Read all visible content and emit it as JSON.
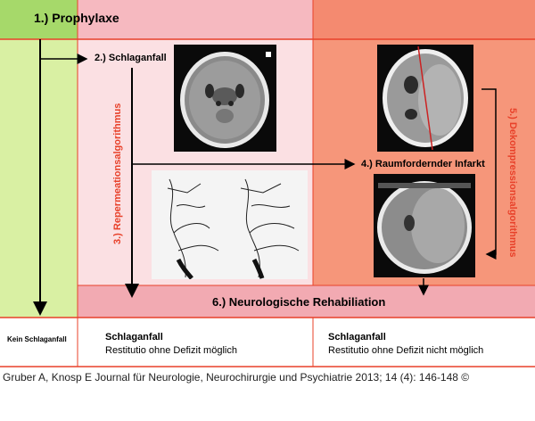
{
  "colors": {
    "green_header": "#a6d96a",
    "green_body": "#d9f0a3",
    "pink_header": "#f6b9c0",
    "pink_body": "#fbe0e3",
    "red_header": "#f48a70",
    "red_body": "#f6967a",
    "rehab_band": "#f2aab2",
    "accent_text": "#e8412a",
    "rule": "#e8412a"
  },
  "header": {
    "prophylaxe": "1.) Prophylaxe"
  },
  "labels": {
    "schlaganfall": "2.) Schlaganfall",
    "repermeation": "3.) Repermeationsalgorithmus",
    "raumfordernder": "4.) Raumfordernder Infarkt",
    "dekompression": "5.) Dekompressionsalgorithmus",
    "rehabilitation": "6.) Neurologische Rehabiliation"
  },
  "outcomes": {
    "left": "Kein Schlaganfall",
    "middle_title": "Schlaganfall",
    "middle_sub": "Restitutio ohne Defizit möglich",
    "right_title": "Schlaganfall",
    "right_sub": "Restitutio ohne Defizit nicht möglich"
  },
  "images": {
    "ct_top_left": "ct-scan-image",
    "angiogram": "angiogram-image",
    "ct_top_right": "ct-scan-infarct-image",
    "ct_bottom_right": "ct-scan-decompression-image"
  },
  "citation": "Gruber A, Knosp E Journal für Neurologie, Neurochirurgie und Psychiatrie 2013; 14 (4): 146-148 ©"
}
